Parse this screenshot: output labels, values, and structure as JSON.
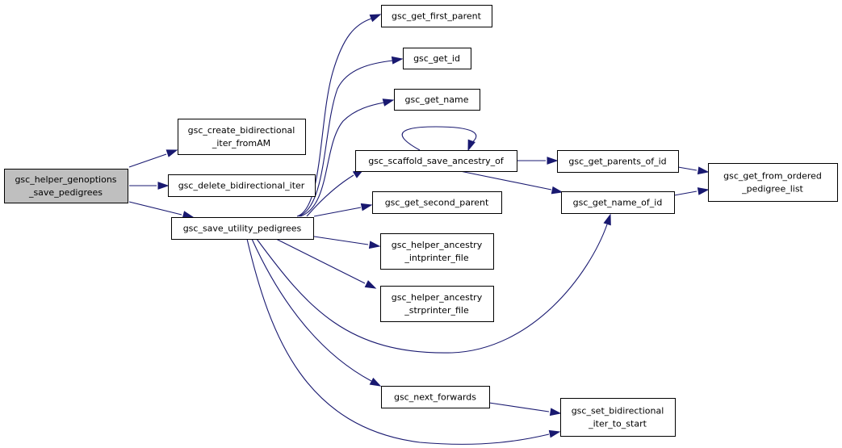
{
  "graph": {
    "edge_color": "#191970",
    "root_fill": "#bfbfbf",
    "node_fill": "#ffffff",
    "nodes": [
      {
        "id": "root",
        "lines": [
          "gsc_helper_genoptions",
          "_save_pedigrees"
        ],
        "root": true
      },
      {
        "id": "cbi",
        "lines": [
          "gsc_create_bidirectional",
          "_iter_fromAM"
        ]
      },
      {
        "id": "dbi",
        "lines": [
          "gsc_delete_bidirectional_iter"
        ]
      },
      {
        "id": "sup",
        "lines": [
          "gsc_save_utility_pedigrees"
        ]
      },
      {
        "id": "gfp",
        "lines": [
          "gsc_get_first_parent"
        ]
      },
      {
        "id": "gid",
        "lines": [
          "gsc_get_id"
        ]
      },
      {
        "id": "gnm",
        "lines": [
          "gsc_get_name"
        ]
      },
      {
        "id": "ssa",
        "lines": [
          "gsc_scaffold_save_ancestry_of"
        ]
      },
      {
        "id": "gsp",
        "lines": [
          "gsc_get_second_parent"
        ]
      },
      {
        "id": "hai",
        "lines": [
          "gsc_helper_ancestry",
          "_intprinter_file"
        ]
      },
      {
        "id": "has",
        "lines": [
          "gsc_helper_ancestry",
          "_strprinter_file"
        ]
      },
      {
        "id": "gpi",
        "lines": [
          "gsc_get_parents_of_id"
        ]
      },
      {
        "id": "gni",
        "lines": [
          "gsc_get_name_of_id"
        ]
      },
      {
        "id": "gfo",
        "lines": [
          "gsc_get_from_ordered",
          "_pedigree_list"
        ]
      },
      {
        "id": "nfw",
        "lines": [
          "gsc_next_forwards"
        ]
      },
      {
        "id": "sbi",
        "lines": [
          "gsc_set_bidirectional",
          "_iter_to_start"
        ]
      }
    ],
    "edges": [
      {
        "from": "root",
        "to": "cbi"
      },
      {
        "from": "root",
        "to": "dbi"
      },
      {
        "from": "root",
        "to": "sup"
      },
      {
        "from": "sup",
        "to": "gfp"
      },
      {
        "from": "sup",
        "to": "gid"
      },
      {
        "from": "sup",
        "to": "gnm"
      },
      {
        "from": "sup",
        "to": "ssa"
      },
      {
        "from": "sup",
        "to": "gsp"
      },
      {
        "from": "sup",
        "to": "hai"
      },
      {
        "from": "sup",
        "to": "has"
      },
      {
        "from": "sup",
        "to": "gni"
      },
      {
        "from": "sup",
        "to": "nfw"
      },
      {
        "from": "sup",
        "to": "sbi"
      },
      {
        "from": "ssa",
        "to": "ssa"
      },
      {
        "from": "ssa",
        "to": "gpi"
      },
      {
        "from": "ssa",
        "to": "gni"
      },
      {
        "from": "gpi",
        "to": "gfo"
      },
      {
        "from": "gni",
        "to": "gfo"
      },
      {
        "from": "nfw",
        "to": "sbi"
      }
    ]
  }
}
